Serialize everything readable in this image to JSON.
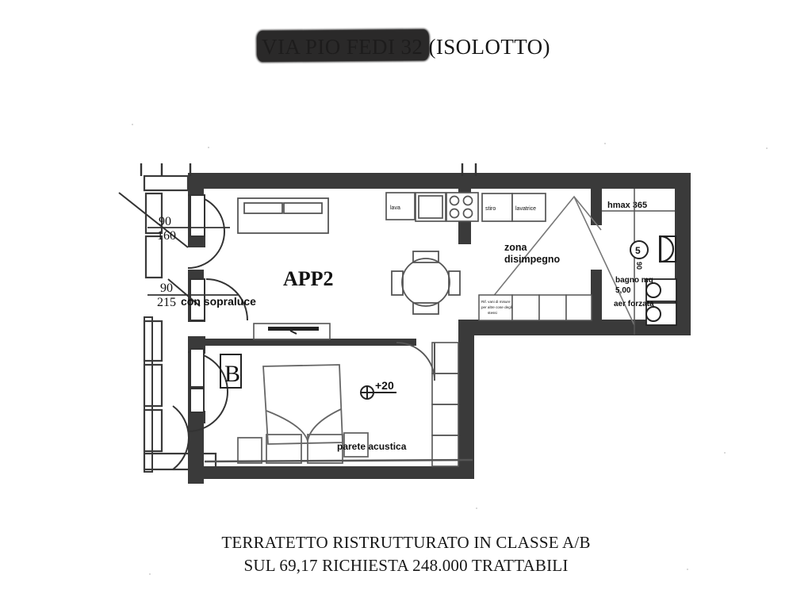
{
  "document": {
    "type": "real-estate-floor-plan",
    "background_color": "#ffffff",
    "ink_color": "#111111",
    "wall_fill": "#3a3a3a"
  },
  "title": {
    "redacted_address": "VIA PIO FEDI 32",
    "visible_suffix": " (ISOLOTTO)",
    "redaction_color": "#1d1c1c"
  },
  "footer": {
    "line1": "TERRATETTO RISTRUTTURATO IN CLASSE A/B",
    "line2": "SUL 69,17 RICHIESTA 248.000 TRATTABILI"
  },
  "plan": {
    "apartment_label": "APP2",
    "room_labels": {
      "disimpegno_line1": "zona",
      "disimpegno_line2": "disimpegno",
      "bathroom_line1": "bagno mq",
      "bathroom_line2": "5,00",
      "bathroom_line3": "aer forzata",
      "height_note": "hmax 365",
      "bedroom_marker": "B"
    },
    "appliance_labels": {
      "sink": "lava",
      "dishwasher": "",
      "stove": "",
      "ironing": "stiro",
      "washer": "lavatrice"
    },
    "annotations": {
      "door1_width": "90",
      "door1_height": "160",
      "door2_width": "90",
      "door2_height": "215",
      "door2_note": "con sopraluce",
      "acoustic_wall": "parete acustica",
      "level_marker": "+20",
      "circled_number": "5",
      "small_note": "Rif. vani di misure\nper altre cose degli\nstessi",
      "door_width_vertical": "90"
    }
  }
}
